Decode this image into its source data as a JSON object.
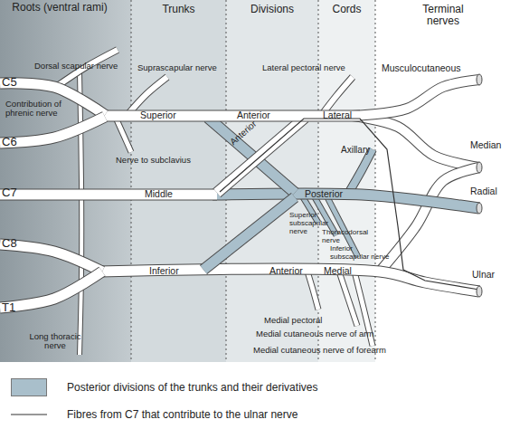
{
  "diagram": {
    "labels": [
      "Roots (ventral rami)",
      "Trunks",
      "Divisions",
      "Cords",
      "Terminal nerves",
      "Dorsal scapular nerve",
      "Suprascapular nerve",
      "Lateral pectoral nerve",
      "Musculocutaneous",
      "C5",
      "Contribution of phrenic nerve",
      "Superior",
      "Anterior",
      "Lateral",
      "C6",
      "Nerve to subclavius",
      "Anterior",
      "Axillary",
      "Median",
      "C7",
      "Middle",
      "Posterior",
      "Radial",
      "Superior subscapular nerve",
      "Thoracodorsal nerve",
      "Inferior subscapular nerve",
      "C8",
      "Inferior",
      "Anterior",
      "Medial",
      "Ulnar",
      "T1",
      "Long thoracic nerve",
      "Medial pectoral",
      "Medial cutaneous nerve of arm",
      "Medial cutaneous nerve of forearm"
    ],
    "legend": [
      {
        "text": "Posterior divisions of the trunks and their derivatives",
        "color": "#a9bfcb"
      },
      {
        "text": "Fibres from C7 that contribute to the ulnar nerve"
      }
    ]
  }
}
